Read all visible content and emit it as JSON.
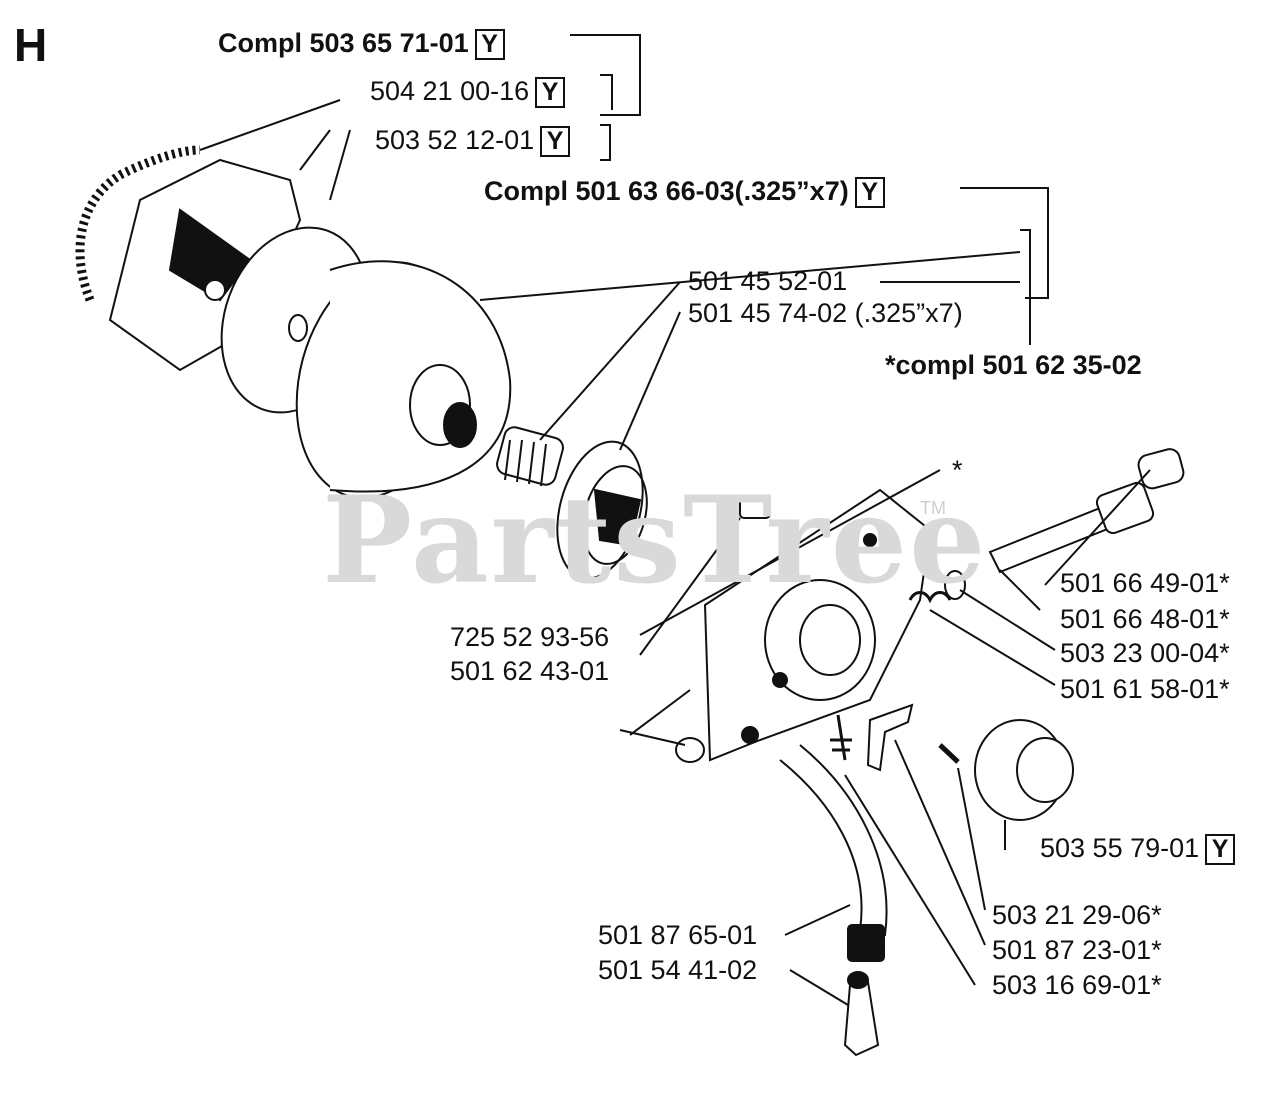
{
  "section_letter": "H",
  "watermark": "PartsTree",
  "watermark_tm": "TM",
  "y_symbol": "Y",
  "labels": {
    "compl_clutch": "Compl 503 65 71-01",
    "spring": "504 21 00-16",
    "clutch_shoe": "503 52 12-01",
    "compl_drum": "Compl 501 63 66-03(.325”x7)",
    "needle_bearing": "501 45 52-01",
    "rim": "501 45 74-02 (.325”x7)",
    "compl_pump": "*compl 501 62 35-02",
    "asterisk": "*",
    "pump_shaft_end": "501 66 49-01*",
    "pump_shaft": "501 66 48-01*",
    "washer": "503 23 00-04*",
    "spring_small": "501 61 58-01*",
    "screw_a": "725 52 93-56",
    "screw_b": "501 62 43-01",
    "washer_cap": "503 55 79-01",
    "screw_c": "503 21 29-06*",
    "bracket": "501 87 23-01*",
    "screw_d": "503 16 69-01*",
    "oil_hose": "501 87 65-01",
    "filter": "501 54 41-02"
  }
}
